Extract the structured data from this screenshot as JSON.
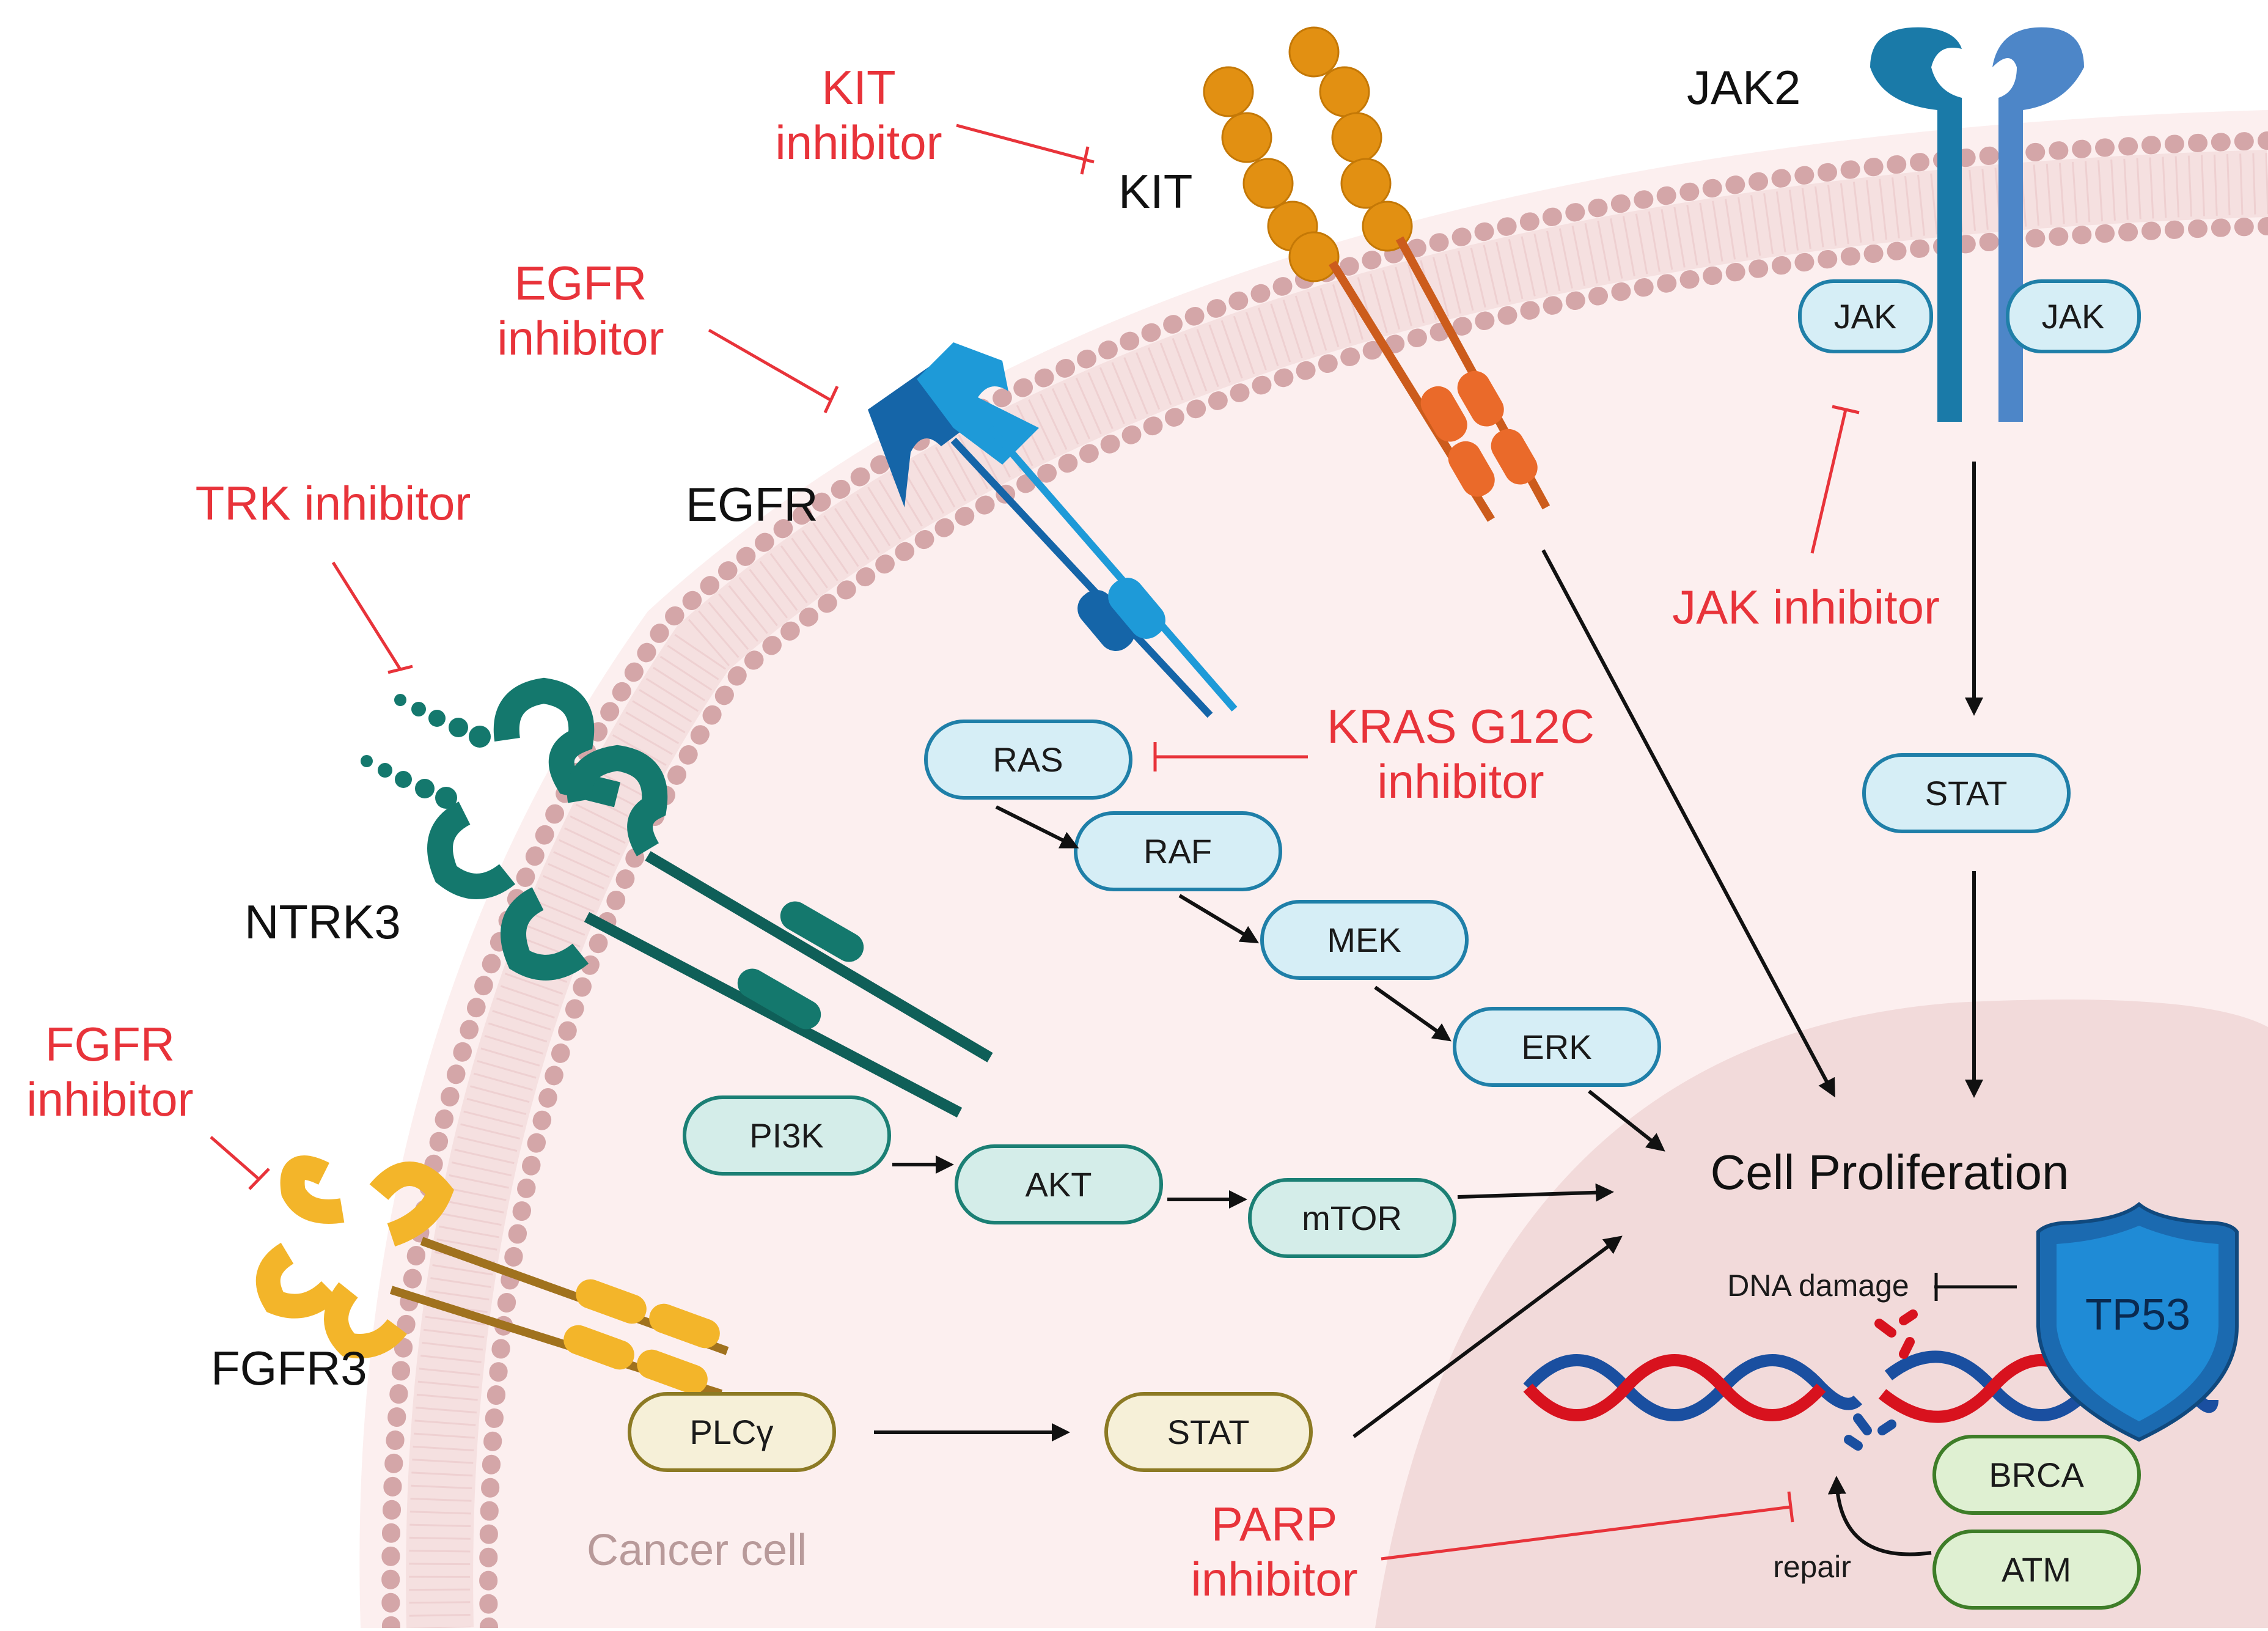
{
  "labels": {
    "kit": "KIT",
    "egfr": "EGFR",
    "jak2": "JAK2",
    "jak_left": "JAK",
    "jak_right": "JAK",
    "ntrk3": "NTRK3",
    "fgfr3": "FGFR3",
    "cancer_cell": "Cancer cell",
    "cell_proliferation": "Cell Proliferation",
    "dna_damage": "DNA damage",
    "repair": "repair",
    "tp53": "TP53"
  },
  "inhibitors": {
    "kit_l1": "KIT",
    "kit_l2": "inhibitor",
    "egfr_l1": "EGFR",
    "egfr_l2": "inhibitor",
    "trk": "TRK inhibitor",
    "fgfr_l1": "FGFR",
    "fgfr_l2": "inhibitor",
    "jak": "JAK inhibitor",
    "kras_l1": "KRAS G12C",
    "kras_l2": "inhibitor",
    "parp_l1": "PARP",
    "parp_l2": "inhibitor"
  },
  "nodes": {
    "ras": "RAS",
    "raf": "RAF",
    "mek": "MEK",
    "erk": "ERK",
    "pi3k": "PI3K",
    "akt": "AKT",
    "mtor": "mTOR",
    "plcg": "PLCγ",
    "stat_bottom": "STAT",
    "stat_right": "STAT",
    "brca": "BRCA",
    "atm": "ATM"
  },
  "colors": {
    "inhibitor": "#e8333a",
    "membrane": "#d2a7a8",
    "cytoplasm": "#fbeeee",
    "nucleus": "#f3dcdc",
    "egfr": "#1f7fc0",
    "kit": "#e0900e",
    "ntrk3": "#14786d",
    "fgfr3": "#f2b52a",
    "jak2": "#1f6f9a"
  }
}
